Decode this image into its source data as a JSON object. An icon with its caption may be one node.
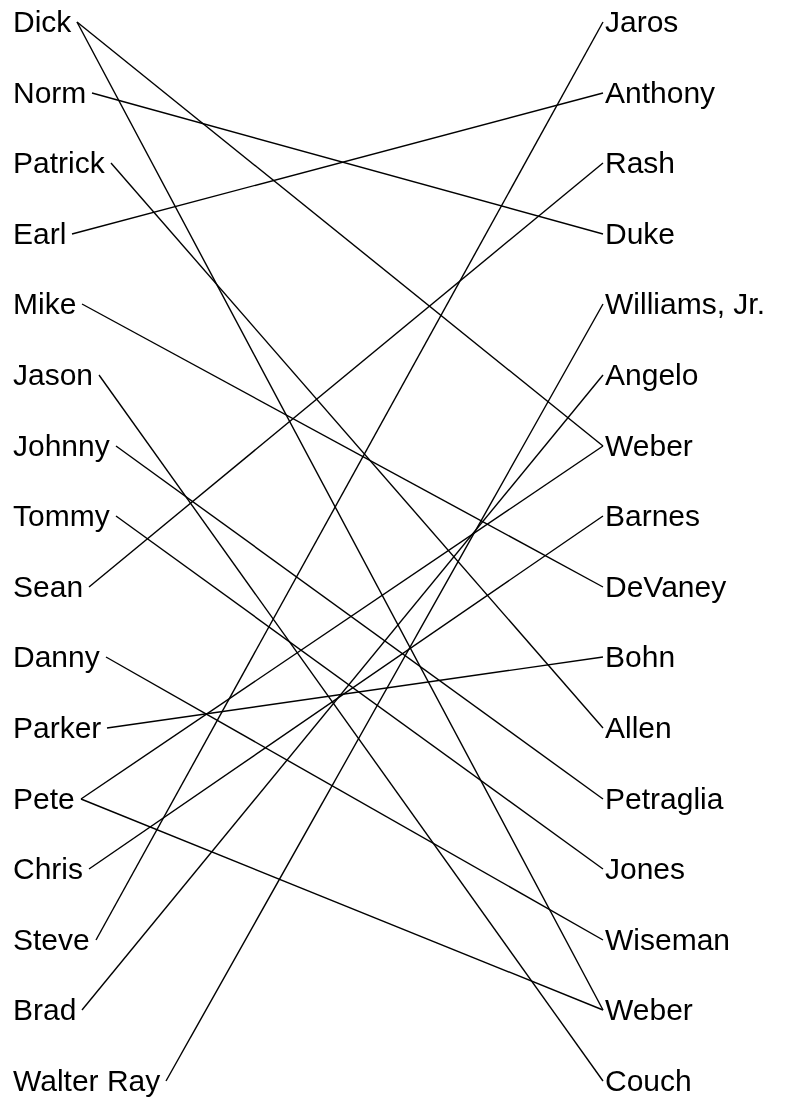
{
  "diagram": {
    "nodes": [
      {
        "text": [
          "Dick"
        ]
      },
      {
        "text": [
          "Norm"
        ]
      },
      {
        "text": [
          "Patrick"
        ]
      },
      {
        "text": [
          "Earl"
        ]
      },
      {
        "text": [
          "Mike"
        ]
      },
      {
        "text": [
          "Jason"
        ]
      },
      {
        "text": [
          "Johnny"
        ]
      },
      {
        "text": [
          "Tommy"
        ]
      },
      {
        "text": [
          "Sean"
        ]
      },
      {
        "text": [
          "Danny"
        ]
      },
      {
        "text": [
          "Parker"
        ]
      },
      {
        "text": [
          "Pete"
        ]
      },
      {
        "text": [
          "Chris"
        ]
      },
      {
        "text": [
          "Steve"
        ]
      },
      {
        "text": [
          "Brad"
        ]
      },
      {
        "text": [
          "Walter Ray"
        ]
      },
      {
        "text": [
          "Jaros"
        ]
      },
      {
        "text": [
          "Anthony"
        ]
      },
      {
        "text": [
          "Rash"
        ]
      },
      {
        "text": [
          "Duke"
        ]
      },
      {
        "text": [
          "Williams, Jr."
        ]
      },
      {
        "text": [
          "Angelo"
        ]
      },
      {
        "text": [
          "Weber"
        ]
      },
      {
        "text": [
          "Barnes"
        ]
      },
      {
        "text": [
          "DeVaney"
        ]
      },
      {
        "text": [
          "Bohn"
        ]
      },
      {
        "text": [
          "Allen"
        ]
      },
      {
        "text": [
          "Petraglia"
        ]
      },
      {
        "text": [
          "Jones"
        ]
      },
      {
        "text": [
          "Wiseman"
        ]
      },
      {
        "text": [
          "Weber"
        ]
      },
      {
        "text": [
          "Couch"
        ]
      }
    ],
    "edges": [
      {
        "from": 0,
        "to": 22,
        "arrow": "none"
      },
      {
        "from": 0,
        "to": 30,
        "arrow": "none"
      },
      {
        "from": 1,
        "to": 19,
        "arrow": "none"
      },
      {
        "from": 2,
        "to": 26,
        "arrow": "none"
      },
      {
        "from": 3,
        "to": 17,
        "arrow": "none"
      },
      {
        "from": 4,
        "to": 24,
        "arrow": "none"
      },
      {
        "from": 5,
        "to": 31,
        "arrow": "none"
      },
      {
        "from": 6,
        "to": 27,
        "arrow": "none"
      },
      {
        "from": 7,
        "to": 28,
        "arrow": "none"
      },
      {
        "from": 8,
        "to": 18,
        "arrow": "none"
      },
      {
        "from": 9,
        "to": 29,
        "arrow": "none"
      },
      {
        "from": 10,
        "to": 25,
        "arrow": "none"
      },
      {
        "from": 11,
        "to": 22,
        "arrow": "none"
      },
      {
        "from": 11,
        "to": 30,
        "arrow": "none"
      },
      {
        "from": 12,
        "to": 23,
        "arrow": "none"
      },
      {
        "from": 13,
        "to": 16,
        "arrow": "none"
      },
      {
        "from": 14,
        "to": 21,
        "arrow": "none"
      },
      {
        "from": 15,
        "to": 20,
        "arrow": "none"
      }
    ]
  }
}
